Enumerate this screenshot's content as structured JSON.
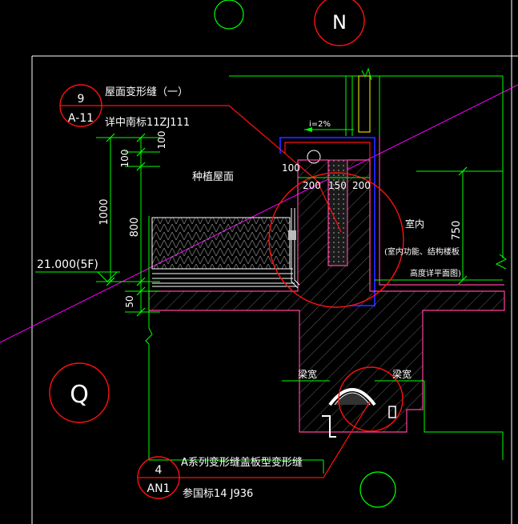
{
  "axes": {
    "top_axis_label": "N",
    "left_axis_label": "Q"
  },
  "callouts": {
    "detail_9": {
      "number": "9",
      "sheet": "A-11",
      "title": "屋面变形缝（一）",
      "reference": "详中南标11ZJ111"
    },
    "detail_4": {
      "number": "4",
      "sheet": "AN1",
      "title": "A系列变形缝盖板型变形缝",
      "reference": "参国标14 J936"
    }
  },
  "labels": {
    "planted_roof": "种植屋面",
    "indoor": "室内",
    "indoor_note_1": "(室内功能、结构楼板",
    "indoor_note_2": "高度详平面图)",
    "slope": "i=2%",
    "beam_width_left": "梁宽",
    "beam_width_right": "梁宽",
    "elevation": "21.000(5F)"
  },
  "dimensions": {
    "d_100_top": "100",
    "d_100_mid": "100",
    "d_1000": "1000",
    "d_800": "800",
    "d_50": "50",
    "d_100_parapet": "100",
    "d_200_left": "200",
    "d_150": "150",
    "d_200_right": "200",
    "d_750": "750"
  },
  "colors": {
    "background": "#000000",
    "green": "#00ff00",
    "red": "#ff1010",
    "white": "#ffffff",
    "magenta": "#ff00ff",
    "blue": "#2020ff",
    "pink": "#ff40a0",
    "grey": "#9a9a9a",
    "yellow": "#ffff00"
  }
}
